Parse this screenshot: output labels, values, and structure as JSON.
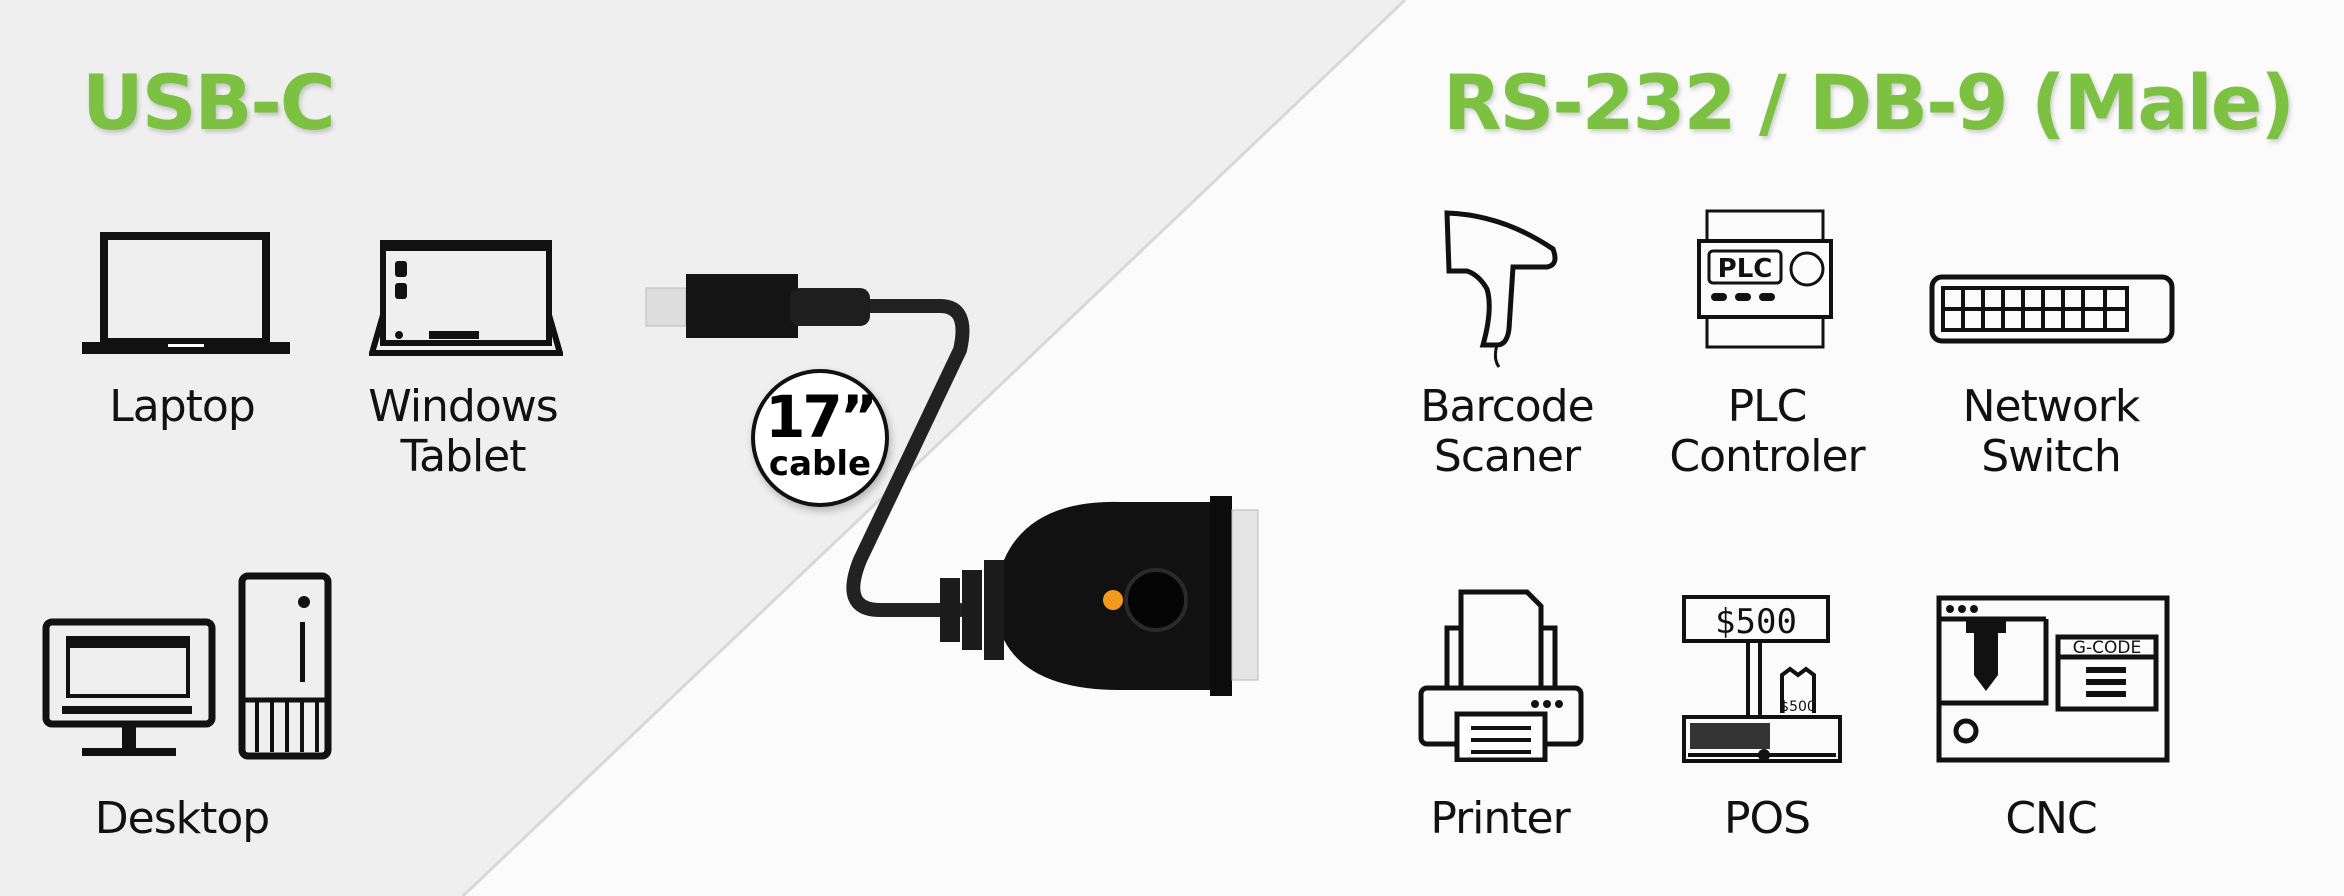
{
  "left": {
    "title": "USB-C",
    "devices": [
      {
        "label": "Laptop",
        "icon": "laptop-icon"
      },
      {
        "label": "Windows Tablet",
        "icon": "tablet-icon"
      },
      {
        "label": "Desktop",
        "icon": "desktop-icon"
      }
    ]
  },
  "right": {
    "title": "RS-232 / DB-9 (Male)",
    "devices": [
      {
        "label": "Barcode Scaner",
        "icon": "barcode-scanner-icon"
      },
      {
        "label": "PLC Controler",
        "icon": "plc-icon",
        "icon_text": "PLC"
      },
      {
        "label": "Network Switch",
        "icon": "network-switch-icon"
      },
      {
        "label": "Printer",
        "icon": "printer-icon"
      },
      {
        "label": "POS",
        "icon": "pos-icon",
        "icon_text": "$500",
        "receipt_text": "$500"
      },
      {
        "label": "CNC",
        "icon": "cnc-icon",
        "icon_text": "G-CODE"
      }
    ]
  },
  "cable": {
    "length": "17”",
    "unit": "cable"
  },
  "colors": {
    "accent": "#7cc142",
    "led": "#f39a1e"
  }
}
